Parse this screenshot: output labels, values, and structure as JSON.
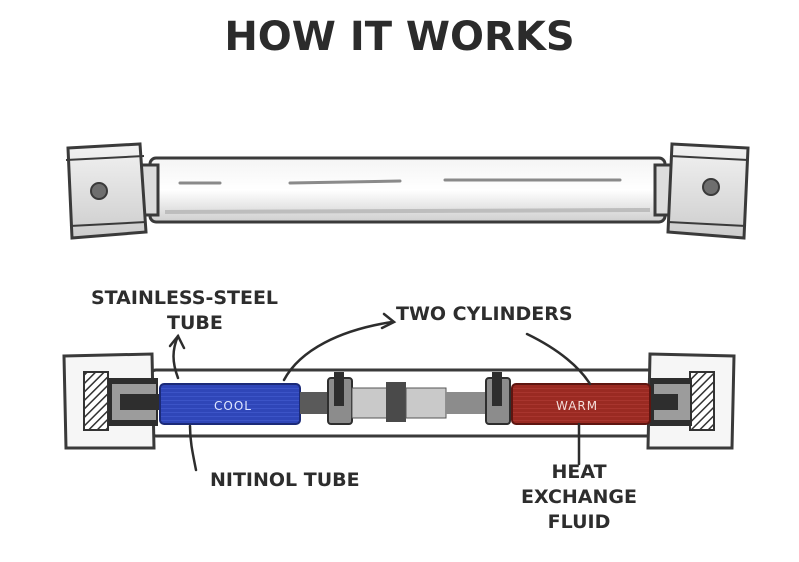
{
  "title": "HOW IT WORKS",
  "labels": {
    "stainless_steel_tube_line1": "STAINLESS-STEEL",
    "stainless_steel_tube_line2": "TUBE",
    "two_cylinders": "TWO CYLINDERS",
    "nitinol_tube": "NITINOL TUBE",
    "heat_exchange_line1": "HEAT",
    "heat_exchange_line2": "EXCHANGE",
    "heat_exchange_line3": "FLUID",
    "cool": "COOL",
    "warm": "WARM"
  },
  "colors": {
    "cool": "#2f46b8",
    "warm": "#9a2a22",
    "outline": "#3a3a3a",
    "metal": "#e9e9e9"
  }
}
